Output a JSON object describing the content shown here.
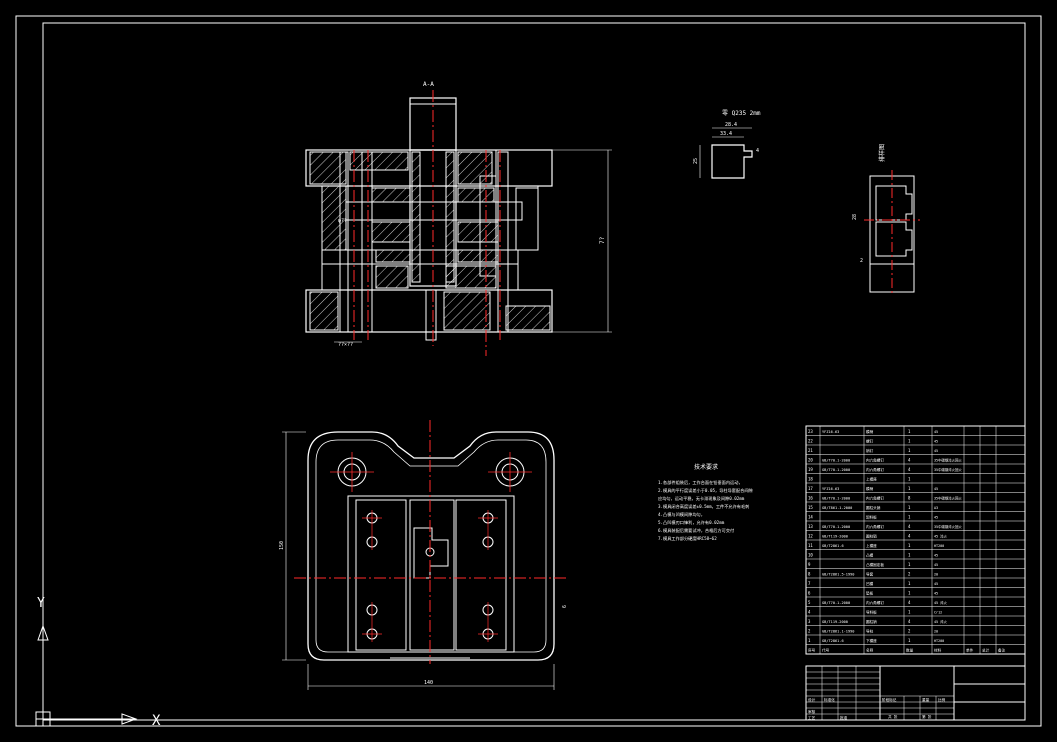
{
  "drawing": {
    "colors": {
      "background": "#000000",
      "line": "#ffffff",
      "centerline": "#ff2a2a"
    },
    "front_view": {
      "top_label": "A-A",
      "dims": {
        "height": "7?",
        "left_note": "φ??",
        "bottom_left": "??×??"
      }
    },
    "part_sketch": {
      "title": "零 Q235 2mm",
      "dims": {
        "top": "28.4",
        "width": "33.4",
        "height": "25",
        "right": "4"
      }
    },
    "side_view": {
      "label": "排样图",
      "dims": {
        "pitch": "28",
        "edge": "2"
      }
    },
    "plan_view": {
      "dims": {
        "width": "140",
        "height": "150",
        "right": "6"
      }
    },
    "tech_notes": {
      "title": "技术要求",
      "lines": [
        "1.各部件组装后，工作台面在铅垂面内运动，",
        "2.模具的平行度误差小于0.05，导柱导套配合间隙",
        "  应均匀，运动平稳，无卡滞现象及间隙0.02mm",
        "3.模具闭合高度误差±0.5mm，工件不允许有毛刺",
        "4.凸模与凹模间隙均匀，",
        "5.凸凹模刃口锋利，允许有0.02mm",
        "6.模具装配后需要试冲，合格后方可交付",
        "7.模具工作部分硬度HRC58~62"
      ]
    },
    "parts_list": {
      "headers": [
        "序号",
        "代号",
        "名称",
        "数量",
        "材料",
        "单件",
        "总计",
        "备注"
      ],
      "rows": [
        [
          "23",
          "YFZ16-63",
          "模柄",
          "1",
          "45"
        ],
        [
          "22",
          "",
          "螺钉",
          "1",
          "45"
        ],
        [
          "21",
          "",
          "销钉",
          "1",
          "45"
        ],
        [
          "20",
          "GB/T70.1-2000",
          "内六角螺钉",
          "4",
          "35中碳钢淬火回火"
        ],
        [
          "19",
          "GB/T70.1-2000",
          "内六角螺钉",
          "4",
          "35中碳钢淬火回火"
        ],
        [
          "18",
          "",
          "上模座",
          "1",
          ""
        ],
        [
          "17",
          "YFZ16-63",
          "模柄",
          "1",
          "45"
        ],
        [
          "16",
          "GB/T70.1-2000",
          "内六角螺钉",
          "8",
          "35中碳钢淬火回火"
        ],
        [
          "15",
          "GB/T861.1-2000",
          "圆柱头销",
          "1",
          "A3"
        ],
        [
          "14",
          "",
          "卸料板",
          "1",
          "45"
        ],
        [
          "13",
          "GB/T70.1-2000",
          "内六角螺钉",
          "4",
          "35中碳钢淬火回火"
        ],
        [
          "12",
          "GB/T119-2000",
          "圆柱销",
          "4",
          "45 淬火"
        ],
        [
          "11",
          "GB/T2861.6",
          "上模座",
          "1",
          "HT200"
        ],
        [
          "10",
          "",
          "凸模",
          "1",
          "45"
        ],
        [
          "9",
          "",
          "凸模固定板",
          "1",
          "45"
        ],
        [
          "8",
          "GB/T2861.5-1990",
          "导套",
          "2",
          "20"
        ],
        [
          "7",
          "",
          "凹模",
          "1",
          "45"
        ],
        [
          "6",
          "",
          "垫板",
          "1",
          "45"
        ],
        [
          "5",
          "GB/T70.1-2000",
          "内六角螺钉",
          "4",
          "45 淬火"
        ],
        [
          "4",
          "",
          "导料板",
          "1",
          "Cr12"
        ],
        [
          "3",
          "GB/T119-2000",
          "圆柱销",
          "4",
          "45 淬火"
        ],
        [
          "2",
          "GB/T2861.1-1990",
          "导柱",
          "2",
          "20"
        ],
        [
          "1",
          "GB/T2861.6",
          "下模座",
          "1",
          "HT200"
        ]
      ]
    },
    "title_block": {
      "cells": [
        "设计",
        "标准化",
        "审核",
        "工艺",
        "批准",
        "阶段标记",
        "重量",
        "比例",
        "共 张",
        "第 张"
      ]
    },
    "ucs": {
      "y": "Y",
      "x": "X"
    }
  }
}
